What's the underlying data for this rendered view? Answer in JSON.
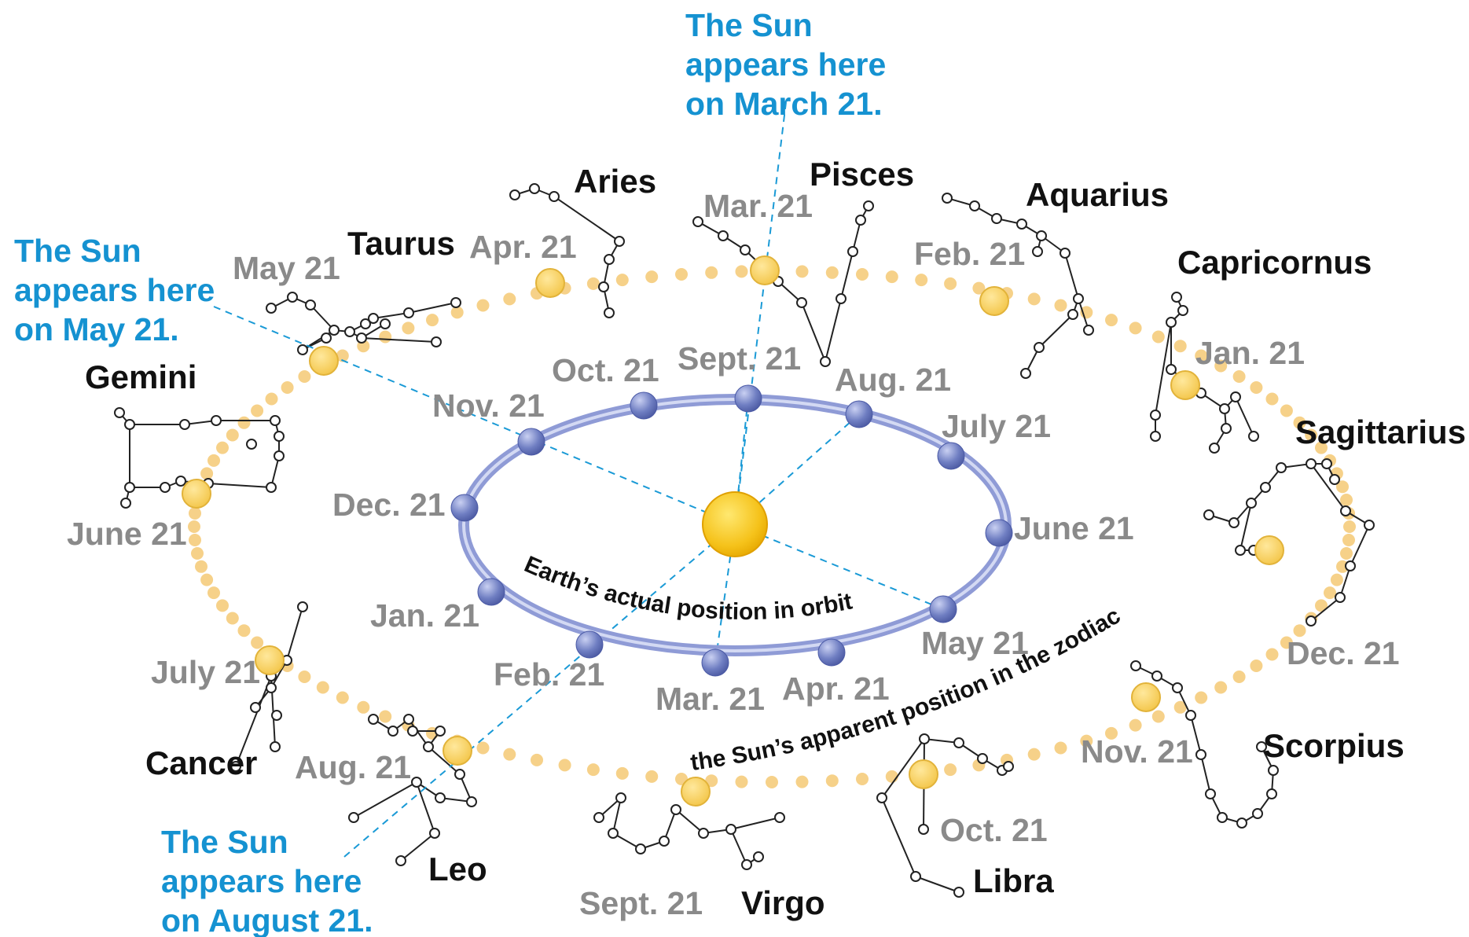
{
  "colors": {
    "callout": "#1592d1",
    "sun": "#f5c21a",
    "earth": "#6f7ec2",
    "orbit": "#9aa6dc",
    "zodiac_dots": "#f6d189",
    "constellation": "#222222",
    "date_text": "#8a8a8a"
  },
  "callouts": {
    "march": [
      "The Sun",
      "appears here",
      "on March 21."
    ],
    "may": [
      "The Sun",
      "appears here",
      "on May 21."
    ],
    "august": [
      "The Sun",
      "appears here",
      "on August 21."
    ]
  },
  "constellations": [
    {
      "key": "aries",
      "name": "Aries"
    },
    {
      "key": "pisces",
      "name": "Pisces"
    },
    {
      "key": "aquarius",
      "name": "Aquarius"
    },
    {
      "key": "capricornus",
      "name": "Capricornus"
    },
    {
      "key": "sagittarius",
      "name": "Sagittarius"
    },
    {
      "key": "scorpius",
      "name": "Scorpius"
    },
    {
      "key": "libra",
      "name": "Libra"
    },
    {
      "key": "virgo",
      "name": "Virgo"
    },
    {
      "key": "leo",
      "name": "Leo"
    },
    {
      "key": "cancer",
      "name": "Cancer"
    },
    {
      "key": "gemini",
      "name": "Gemini"
    },
    {
      "key": "taurus",
      "name": "Taurus"
    }
  ],
  "sun_dates": [
    {
      "key": "mar",
      "label": "Mar. 21"
    },
    {
      "key": "apr",
      "label": "Apr. 21"
    },
    {
      "key": "may",
      "label": "May 21"
    },
    {
      "key": "jun",
      "label": "June 21"
    },
    {
      "key": "jul",
      "label": "July 21"
    },
    {
      "key": "aug",
      "label": "Aug. 21"
    },
    {
      "key": "sep",
      "label": "Sept. 21"
    },
    {
      "key": "oct",
      "label": "Oct. 21"
    },
    {
      "key": "nov",
      "label": "Nov. 21"
    },
    {
      "key": "dec",
      "label": "Dec. 21"
    },
    {
      "key": "jan",
      "label": "Jan. 21"
    },
    {
      "key": "feb",
      "label": "Feb. 21"
    }
  ],
  "earth_dates": [
    {
      "key": "sep",
      "label": "Sept. 21"
    },
    {
      "key": "aug",
      "label": "Aug. 21"
    },
    {
      "key": "jul",
      "label": "July 21"
    },
    {
      "key": "jun",
      "label": "June 21"
    },
    {
      "key": "may",
      "label": "May 21"
    },
    {
      "key": "apr",
      "label": "Apr. 21"
    },
    {
      "key": "mar",
      "label": "Mar. 21"
    },
    {
      "key": "feb",
      "label": "Feb. 21"
    },
    {
      "key": "jan",
      "label": "Jan. 21"
    },
    {
      "key": "dec",
      "label": "Dec. 21"
    },
    {
      "key": "nov",
      "label": "Nov. 21"
    },
    {
      "key": "oct",
      "label": "Oct. 21"
    }
  ],
  "orbit_label": "Earth’s actual position in orbit",
  "zodiac_label": "the Sun’s apparent position in the zodiac"
}
